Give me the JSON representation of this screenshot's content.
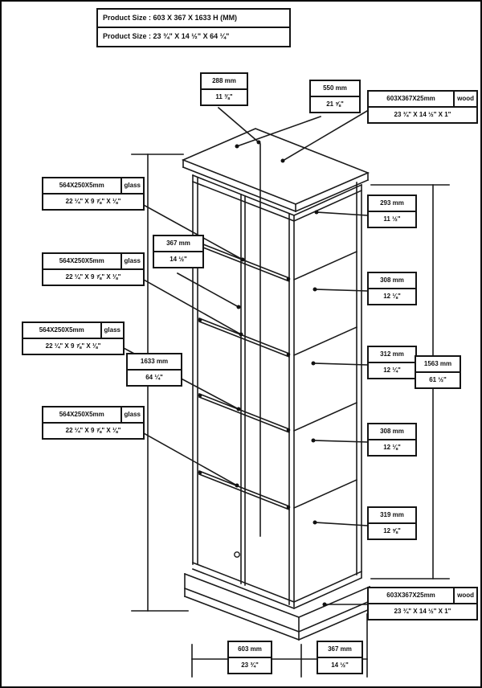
{
  "page": {
    "description": "Dimension diagram of a tall glass display cabinet",
    "line_color": "#1a1a1a",
    "background": "#ffffff"
  },
  "title_box": {
    "line1": "Product Size : 603 X 367 X 1633 H (MM)",
    "line2": "Product Size : 23 ¾\" X 14 ½\" X 64 ¼\""
  },
  "labels": {
    "top_width": {
      "mm": "288 mm",
      "inch": "11 ⅜\""
    },
    "top_diagonal": {
      "mm": "550 mm",
      "inch": "21 ⅝\""
    },
    "wood_top": {
      "size": "603X367X25mm",
      "material": "wood",
      "inch": "23 ¾\" X 14 ½\" X 1\""
    },
    "glass_shelf": {
      "size": "564X250X5mm",
      "material": "glass",
      "inch": "22 ¼\" X 9 ⅞\" X ⅛\""
    },
    "depth_mid": {
      "mm": "367 mm",
      "inch": "14 ½\""
    },
    "total_height": {
      "mm": "1633 mm",
      "inch": "64 ¼\""
    },
    "gap1": {
      "mm": "293 mm",
      "inch": "11 ½\""
    },
    "gap2": {
      "mm": "308 mm",
      "inch": "12 ⅛\""
    },
    "gap3": {
      "mm": "312 mm",
      "inch": "12 ¼\""
    },
    "gap4": {
      "mm": "308 mm",
      "inch": "12 ⅛\""
    },
    "gap5": {
      "mm": "319 mm",
      "inch": "12 ⅝\""
    },
    "side_height": {
      "mm": "1563 mm",
      "inch": "61 ½\""
    },
    "wood_bottom": {
      "size": "603X367X25mm",
      "material": "wood",
      "inch": "23 ¾\" X 14 ½\" X 1\""
    },
    "bottom_width": {
      "mm": "603 mm",
      "inch": "23 ¾\""
    },
    "bottom_depth": {
      "mm": "367 mm",
      "inch": "14 ½\""
    }
  }
}
